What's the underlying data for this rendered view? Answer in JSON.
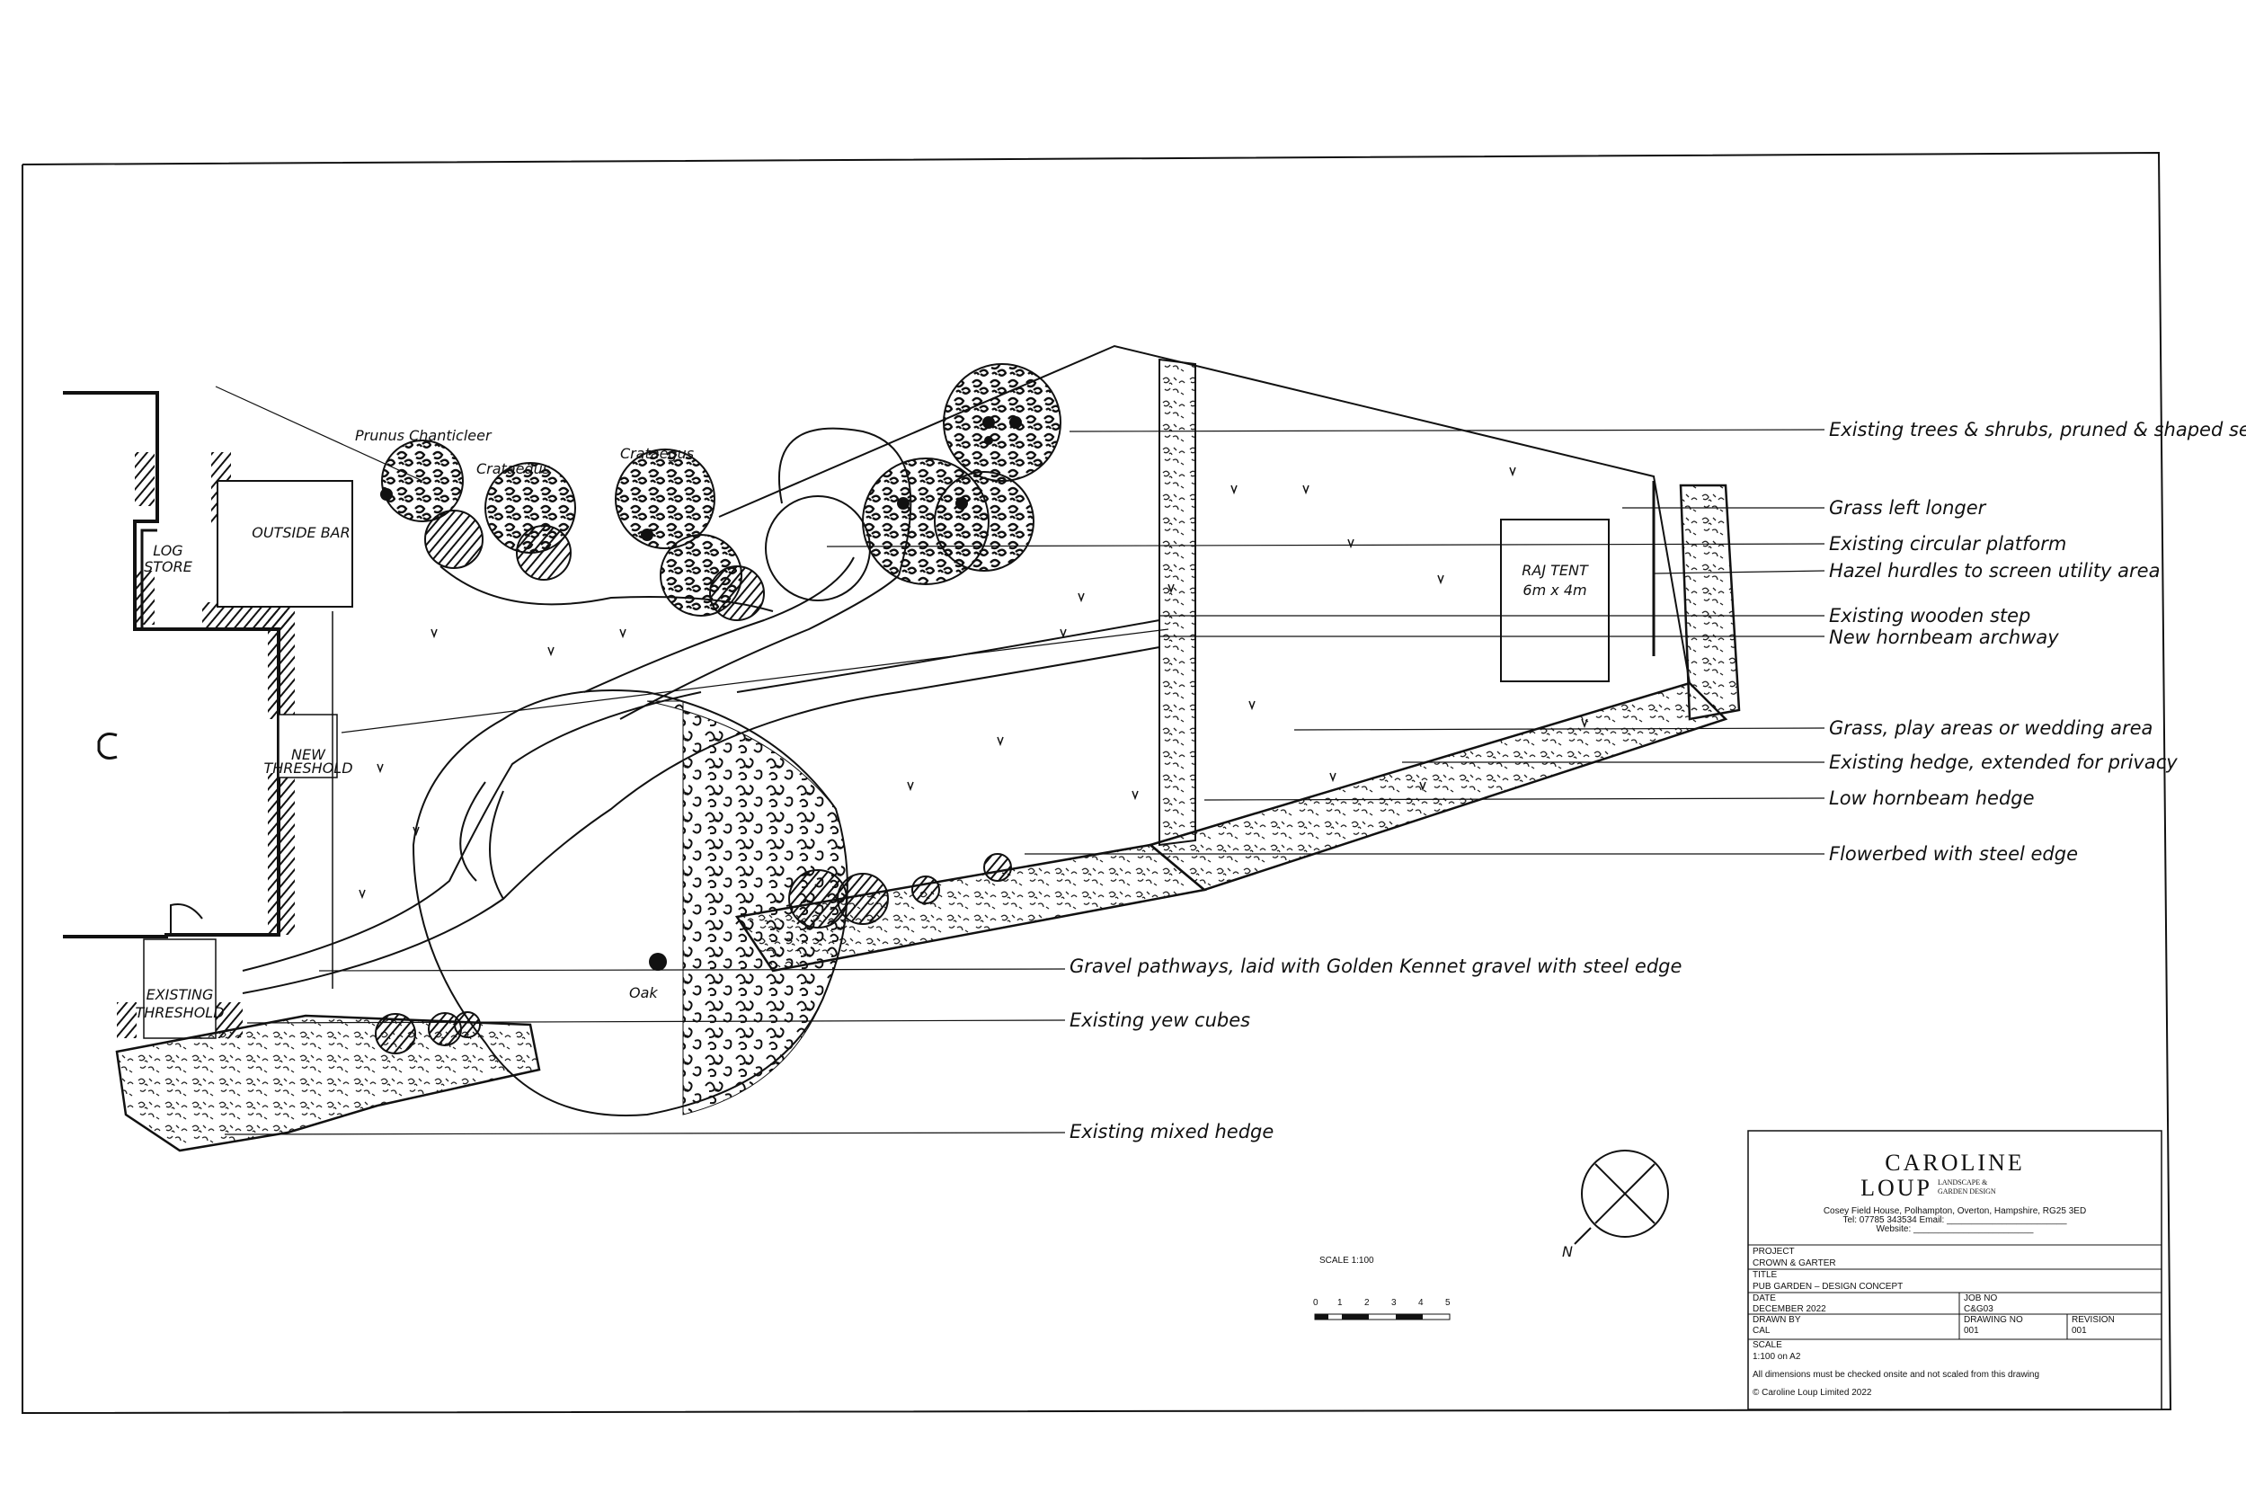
{
  "plan": {
    "building_labels": {
      "log_store_line1": "LOG",
      "log_store_line2": "STORE",
      "outside_bar": "OUTSIDE BAR",
      "new_threshold_line1": "NEW",
      "new_threshold_line2": "THRESHOLD",
      "existing_threshold_line1": "EXISTING",
      "existing_threshold_line2": "THRESHOLD"
    },
    "tree_labels": {
      "prunus": "Prunus Chanticleer",
      "crataegus_1": "Crataegus",
      "crataegus_2": "Crataegus",
      "oak": "Oak"
    },
    "tent": {
      "line1": "RAJ TENT",
      "line2": "6m x 4m"
    },
    "annotations": [
      "Existing trees & shrubs, pruned & shaped sensitively",
      "Grass left longer",
      "Existing circular platform",
      "Hazel hurdles to screen utility area",
      "Existing wooden step",
      "New hornbeam archway",
      "Grass, play areas or wedding area",
      "Existing hedge, extended for privacy",
      "Low hornbeam hedge",
      "Flowerbed with steel edge",
      "Gravel pathways, laid with Golden Kennet gravel with steel edge",
      "Existing yew cubes",
      "Existing mixed hedge"
    ]
  },
  "scale_bar": {
    "label": "SCALE 1:100",
    "ticks": [
      "0",
      "1",
      "2",
      "3",
      "4",
      "5"
    ]
  },
  "title_block": {
    "company_line1": "CAROLINE",
    "company_line2": "LOUP",
    "tagline_line1": "LANDSCAPE &",
    "tagline_line2": "GARDEN DESIGN",
    "address": "Cosey Field House, Polhampton, Overton, Hampshire, RG25 3ED",
    "contact": "Tel: 07785 343534     Email: ________________________",
    "website": "Website: ________________________",
    "project_label": "PROJECT",
    "project": "CROWN & GARTER",
    "title_label": "TITLE",
    "title": "PUB GARDEN – DESIGN CONCEPT",
    "date_label": "DATE",
    "date": "DECEMBER 2022",
    "job_no_label": "JOB NO",
    "job_no": "C&G03",
    "drawn_by_label": "DRAWN BY",
    "drawn_by": "CAL",
    "drawing_no_label": "DRAWING NO",
    "drawing_no": "001",
    "revision_label": "REVISION",
    "revision": "001",
    "scale_label": "SCALE",
    "scale": "1:100 on A2",
    "note": "All dimensions must be checked onsite and not scaled from this drawing",
    "copyright": "© Caroline Loup Limited 2022"
  },
  "north_arrow": {
    "label": "N"
  }
}
